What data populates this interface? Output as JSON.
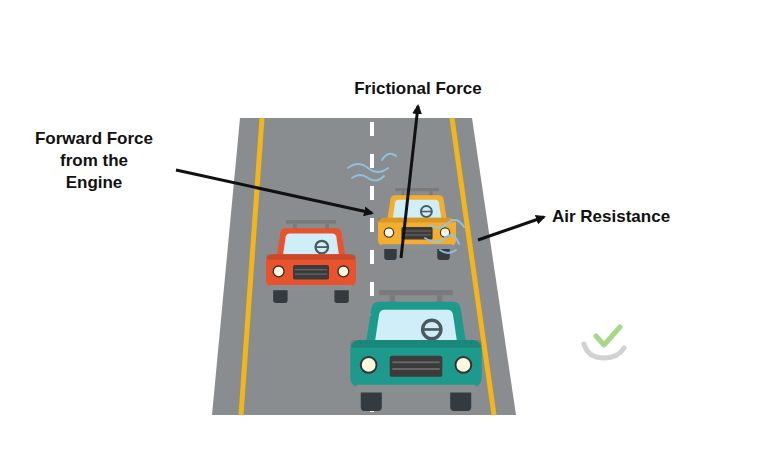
{
  "diagram": {
    "labels": [
      "Frictional Force",
      "Forward Force from the Engine",
      "Air Resistance"
    ]
  }
}
